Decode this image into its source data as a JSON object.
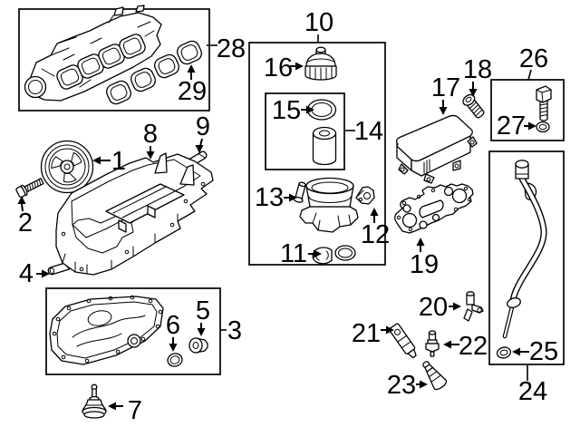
{
  "diagram": {
    "type": "engine-parts-diagram",
    "background_color": "#ffffff",
    "line_color": "#000000",
    "callouts": [
      {
        "label": "1"
      },
      {
        "label": "2"
      },
      {
        "label": "3"
      },
      {
        "label": "4"
      },
      {
        "label": "5"
      },
      {
        "label": "6"
      },
      {
        "label": "7"
      },
      {
        "label": "8"
      },
      {
        "label": "9"
      },
      {
        "label": "10"
      },
      {
        "label": "11"
      },
      {
        "label": "12"
      },
      {
        "label": "13"
      },
      {
        "label": "14"
      },
      {
        "label": "15"
      },
      {
        "label": "16"
      },
      {
        "label": "17"
      },
      {
        "label": "18"
      },
      {
        "label": "19"
      },
      {
        "label": "20"
      },
      {
        "label": "21"
      },
      {
        "label": "22"
      },
      {
        "label": "23"
      },
      {
        "label": "24"
      },
      {
        "label": "25"
      },
      {
        "label": "26"
      },
      {
        "label": "27"
      },
      {
        "label": "28"
      },
      {
        "label": "29"
      }
    ]
  }
}
